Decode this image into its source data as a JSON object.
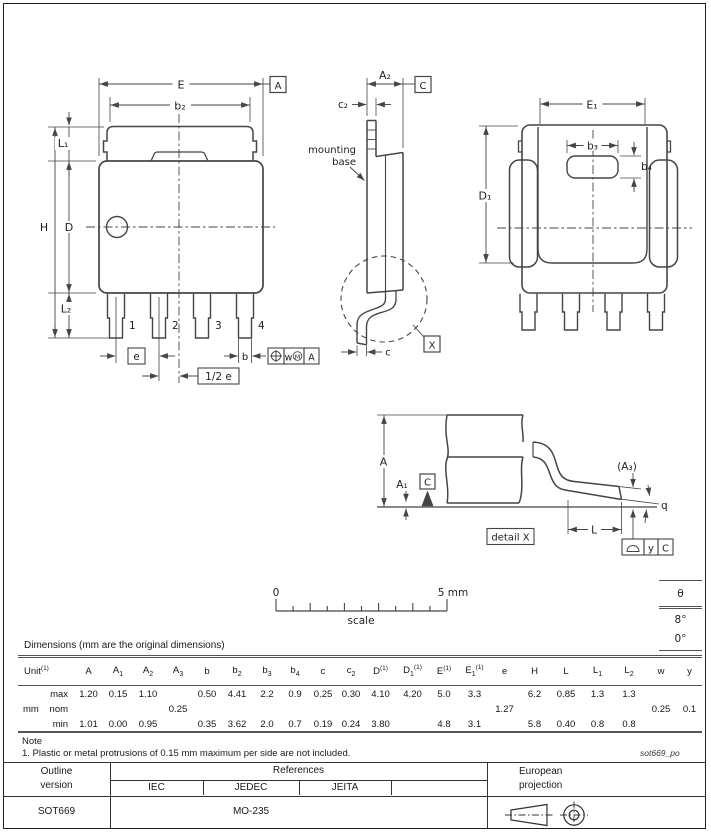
{
  "drawing": {
    "front_view": {
      "dim_E": "E",
      "dim_b2": "b₂",
      "dim_L1": "L₁",
      "dim_H": "H",
      "dim_D": "D",
      "dim_L2": "L₂",
      "pin_labels": [
        "1",
        "2",
        "3",
        "4"
      ],
      "dim_pitch": "e",
      "dim_half_pitch": "1/2 e",
      "dim_b": "b",
      "datum_A": "A",
      "tol_frame": {
        "w": "w",
        "m": "M",
        "datum": "A"
      }
    },
    "side_view": {
      "dim_A2": "A₂",
      "datum_C": "C",
      "dim_c2": "c₂",
      "mounting_label_1": "mounting",
      "mounting_label_2": "base",
      "detail_marker": "X",
      "dim_c": "c"
    },
    "back_view": {
      "dim_E1": "E₁",
      "dim_D1": "D₁",
      "dim_b3": "b₃",
      "dim_b4": "b₄"
    },
    "detail_x": {
      "dim_A": "A",
      "dim_A1": "A₁",
      "datum_C": "C",
      "dim_A3": "(A₃)",
      "dim_q": "q",
      "dim_L": "L",
      "caption": "detail X",
      "tol_y": "y",
      "tol_datum": "C"
    },
    "scale_bar": {
      "start": "0",
      "end": "5 mm",
      "caption": "scale"
    }
  },
  "theta_table": {
    "header": "θ",
    "max": "8°",
    "min": "0°"
  },
  "dimensions_section": {
    "title": "Dimensions (mm are the original dimensions)"
  },
  "dim_table": {
    "unit_header": {
      "base": "Unit",
      "sup": "(1)"
    },
    "unit_value": "mm",
    "columns": [
      {
        "base": "A"
      },
      {
        "base": "A",
        "sub": "1"
      },
      {
        "base": "A",
        "sub": "2"
      },
      {
        "base": "A",
        "sub": "3"
      },
      {
        "base": "b"
      },
      {
        "base": "b",
        "sub": "2"
      },
      {
        "base": "b",
        "sub": "3"
      },
      {
        "base": "b",
        "sub": "4"
      },
      {
        "base": "c"
      },
      {
        "base": "c",
        "sub": "2"
      },
      {
        "base": "D",
        "sup": "(1)"
      },
      {
        "base": "D",
        "sub": "1",
        "sup": "(1)"
      },
      {
        "base": "E",
        "sup": "(1)"
      },
      {
        "base": "E",
        "sub": "1",
        "sup": "(1)"
      },
      {
        "base": "e"
      },
      {
        "base": "H"
      },
      {
        "base": "L"
      },
      {
        "base": "L",
        "sub": "1"
      },
      {
        "base": "L",
        "sub": "2"
      },
      {
        "base": "w"
      },
      {
        "base": "y"
      }
    ],
    "rows": [
      {
        "label": "max",
        "values": [
          "1.20",
          "0.15",
          "1.10",
          "",
          "0.50",
          "4.41",
          "2.2",
          "0.9",
          "0.25",
          "0.30",
          "4.10",
          "4.20",
          "5.0",
          "3.3",
          "",
          "6.2",
          "0.85",
          "1.3",
          "1.3",
          "",
          ""
        ]
      },
      {
        "label": "nom",
        "values": [
          "",
          "",
          "",
          "0.25",
          "",
          "",
          "",
          "",
          "",
          "",
          "",
          "",
          "",
          "",
          "1.27",
          "",
          "",
          "",
          "",
          "0.25",
          "0.1"
        ]
      },
      {
        "label": "min",
        "values": [
          "1.01",
          "0.00",
          "0.95",
          "",
          "0.35",
          "3.62",
          "2.0",
          "0.7",
          "0.19",
          "0.24",
          "3.80",
          "",
          "4.8",
          "3.1",
          "",
          "5.8",
          "0.40",
          "0.8",
          "0.8",
          "",
          ""
        ]
      }
    ]
  },
  "note_section": {
    "heading": "Note",
    "note_1": "1. Plastic or metal protrusions of 0.15 mm maximum per side are not included."
  },
  "doc_id": "sot669_po",
  "footer_table": {
    "outline_header_line1": "Outline",
    "outline_header_line2": "version",
    "references_header": "References",
    "ref_cols": [
      "IEC",
      "JEDEC",
      "JEITA"
    ],
    "projection_header_line1": "European",
    "projection_header_line2": "projection",
    "outline_value": "SOT669",
    "jedec_value": "MO-235"
  }
}
